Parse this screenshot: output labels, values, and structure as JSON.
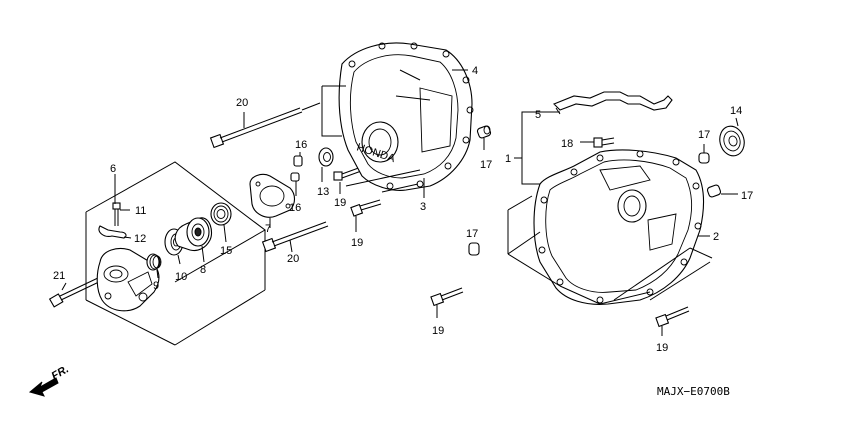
{
  "diagram": {
    "code": "MAJX−E0700B",
    "direction_label": "FR.",
    "callouts": {
      "c1": "1",
      "c2": "2",
      "c3": "3",
      "c4": "4",
      "c5": "5",
      "c6": "6",
      "c7": "7",
      "c8": "8",
      "c9": "9",
      "c10": "10",
      "c11": "11",
      "c12": "12",
      "c13": "13",
      "c14": "14",
      "c15": "15",
      "c16a": "16",
      "c16b": "16",
      "c17a": "17",
      "c17b": "17",
      "c17c": "17",
      "c17d": "17",
      "c18": "18",
      "c19a": "19",
      "c19b": "19",
      "c19c": "19",
      "c19d": "19",
      "c20a": "20",
      "c20b": "20",
      "c21": "21"
    },
    "cover_logo": "HONDA"
  }
}
